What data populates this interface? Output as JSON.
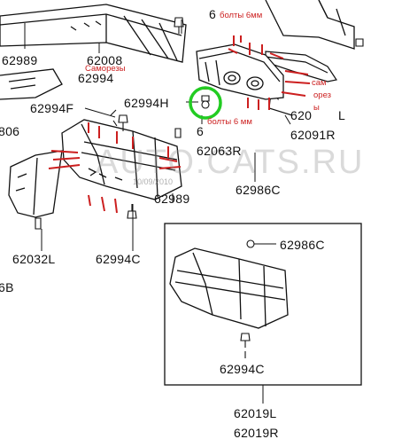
{
  "parts": {
    "p62989_top": "62989",
    "p62008": "62008",
    "p62994_a": "62994",
    "p62994f": "62994F",
    "p806": "806",
    "p62994h": "62994H",
    "p6_mid": "6",
    "p62063r": "62063R",
    "p62989_mid": "62989",
    "p62986c_main": "62986C",
    "p6_top": "6",
    "p62091r": "62091R",
    "p620_l": "620",
    "p_l": "L",
    "p62032l": "62032L",
    "p62994c_main": "62994C",
    "p6b": "6B",
    "p62986c_inset": "62986C",
    "p62994c_inset": "62994C",
    "p62019l": "62019L",
    "p62019r": "62019R"
  },
  "notes": {
    "bolts6mm_top": "болты 6мм",
    "screws": "Саморезы",
    "samo_1": "сам",
    "samo_2": "орез",
    "samo_3": "ы",
    "bolts6mm_mid": "болты 6 мм"
  },
  "watermark": "AUTO.CATS.RU",
  "stamp": "10/09/2010",
  "colors": {
    "annotation": "#cc1f1f",
    "highlight": "#22cc22",
    "line": "#111111"
  }
}
